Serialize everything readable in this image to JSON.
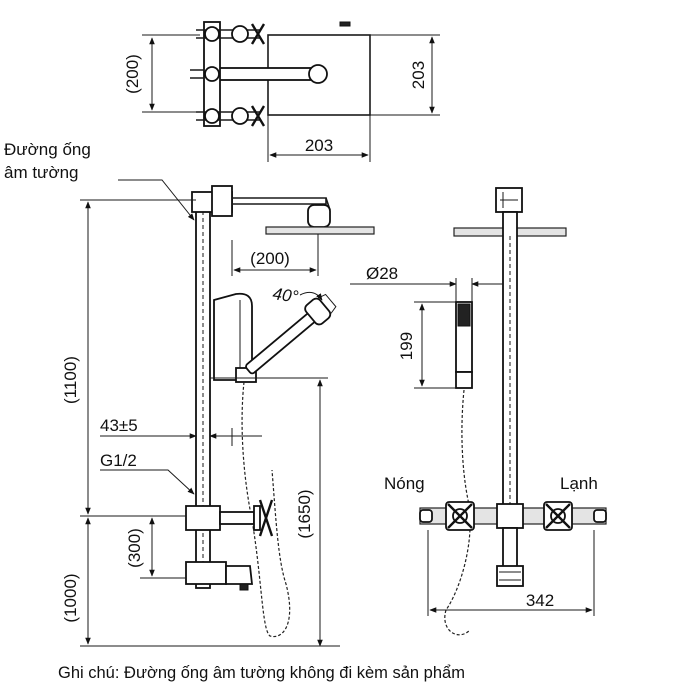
{
  "dimensions": {
    "top_height_200": "(200)",
    "top_depth_203": "203",
    "top_width_203": "203",
    "arm_200": "(200)",
    "angle_40": "40°",
    "head_dia_28": "Ø28",
    "handset_199": "199",
    "height_1100": "(1100)",
    "offset_43": "43±5",
    "thread_g12": "G1/2",
    "height_300": "(300)",
    "height_1650": "(1650)",
    "height_1000": "(1000)",
    "width_342": "342"
  },
  "labels": {
    "wall_pipe_line1": "Đường ống",
    "wall_pipe_line2": "âm tường",
    "hot": "Nóng",
    "cold": "Lạnh"
  },
  "note": "Ghi chú: Đường ống âm tường không đi kèm sản phẩm"
}
